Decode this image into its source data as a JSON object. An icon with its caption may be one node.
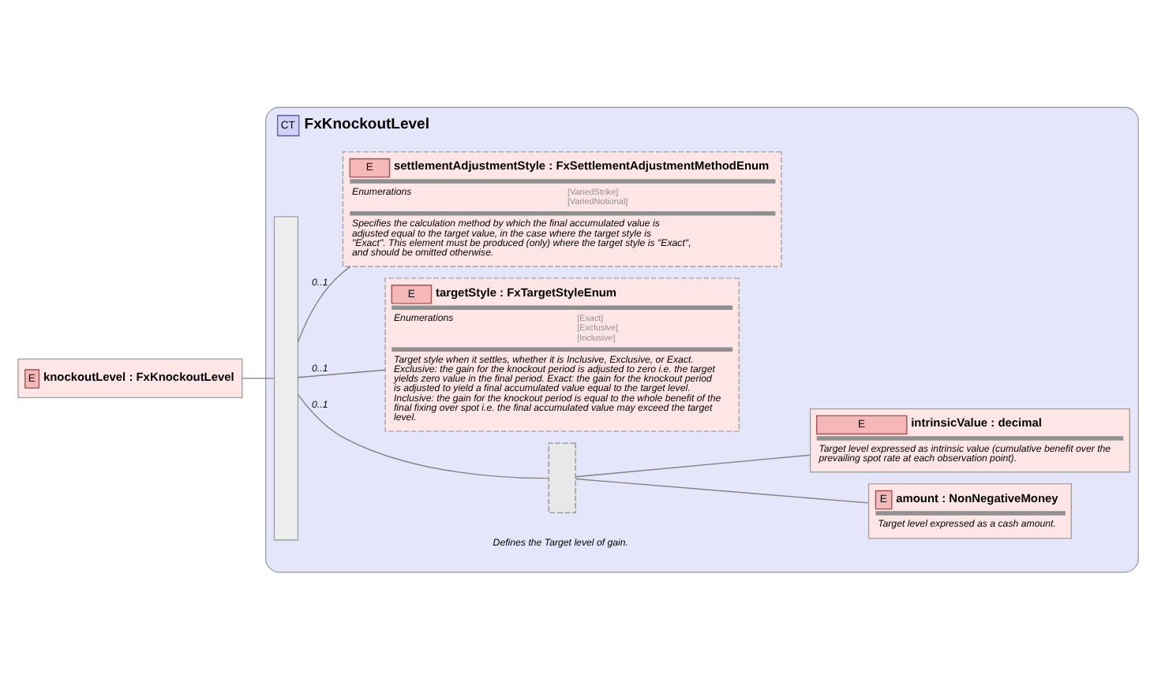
{
  "diagram": {
    "nodes": [
      {
        "text": [
          "E",
          "knockoutLevel : FxKnockoutLevel"
        ]
      },
      {
        "text": [
          "CT",
          "FxKnockoutLevel",
          "Defines the Target level of gain."
        ]
      },
      {
        "text": [],
        "shape": "box",
        "in": 1
      },
      {
        "text": [],
        "shape": "box",
        "in": 1
      },
      {
        "text": [
          "E",
          "amount : NonNegativeMoney",
          "Target level expressed as a cash amount."
        ],
        "in": 1
      },
      {
        "text": [
          "E",
          "intrinsicValue : decimal",
          "Target level expressed as intrinsic value (cumulative benefit over the prevailing spot rate at each observation point)."
        ],
        "in": 1
      },
      {
        "text": [
          "E",
          "targetStyle : FxTargetStyleEnum",
          "Enumerations",
          "[Exact]",
          "[Exclusive]",
          "[Inclusive]",
          "Target style when it settles, whether it is Inclusive, Exclusive, or Exact. Exclusive: the gain for the knockout period is adjusted to zero i.e. the target yields zero value in the final period. Exact: the gain for the knockout period is adjusted to yield a final accumulated value equal to the target level. Inclusive: the gain for the knockout period is equal to the whole benefit of the final fixing over spot i.e. the final accumulated value may exceed the target level."
        ],
        "in": 1
      },
      {
        "text": [
          "E",
          "settlementAdjustmentStyle : FxSettlementAdjustmentMethodEnum",
          "Enumerations",
          "[VariedStrike]",
          "[VariedNotional]",
          "Specifies the calculation method by which the final accumulated value is adjusted equal to the target value, in the case where the target style is \"Exact\". This element must be produced (only) where the target style is \"Exact\", and should be omitted otherwise."
        ],
        "in": 1
      }
    ],
    "edges": [
      {
        "from": 0,
        "to": 2,
        "arrow": "none"
      },
      {
        "from": 2,
        "to": 3,
        "arrow": "none",
        "label": "0..1"
      },
      {
        "from": 3,
        "to": 4,
        "arrow": "none"
      },
      {
        "from": 3,
        "to": 5,
        "arrow": "none"
      },
      {
        "from": 2,
        "to": 6,
        "arrow": "none",
        "label": "0..1"
      },
      {
        "from": 2,
        "to": 7,
        "arrow": "none",
        "label": "0..1"
      }
    ]
  }
}
